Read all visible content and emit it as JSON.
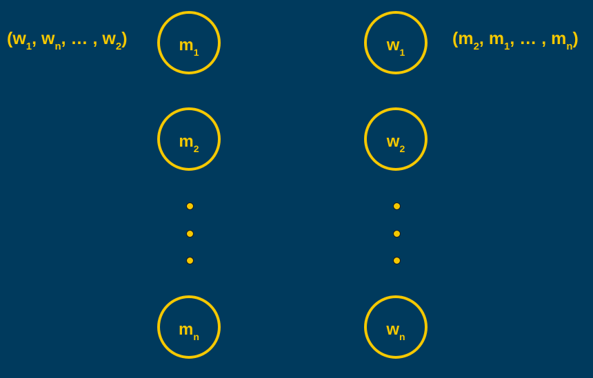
{
  "colors": {
    "background": "#003a5d",
    "accent": "#f5c800"
  },
  "men": [
    {
      "letter": "m",
      "sub": "1"
    },
    {
      "letter": "m",
      "sub": "2"
    },
    {
      "letter": "m",
      "sub": "n"
    }
  ],
  "women": [
    {
      "letter": "w",
      "sub": "1"
    },
    {
      "letter": "w",
      "sub": "2"
    },
    {
      "letter": "w",
      "sub": "n"
    }
  ],
  "m1_preference": [
    {
      "text": "("
    },
    {
      "text": "w",
      "sub": "1"
    },
    {
      "text": ", "
    },
    {
      "text": "w",
      "sub": "n"
    },
    {
      "text": ", … , "
    },
    {
      "text": "w",
      "sub": "2"
    },
    {
      "text": ")"
    }
  ],
  "w1_preference": [
    {
      "text": "("
    },
    {
      "text": "m",
      "sub": "2"
    },
    {
      "text": ", "
    },
    {
      "text": "m",
      "sub": "1"
    },
    {
      "text": ", … , "
    },
    {
      "text": "m",
      "sub": "n"
    },
    {
      "text": ")"
    }
  ]
}
